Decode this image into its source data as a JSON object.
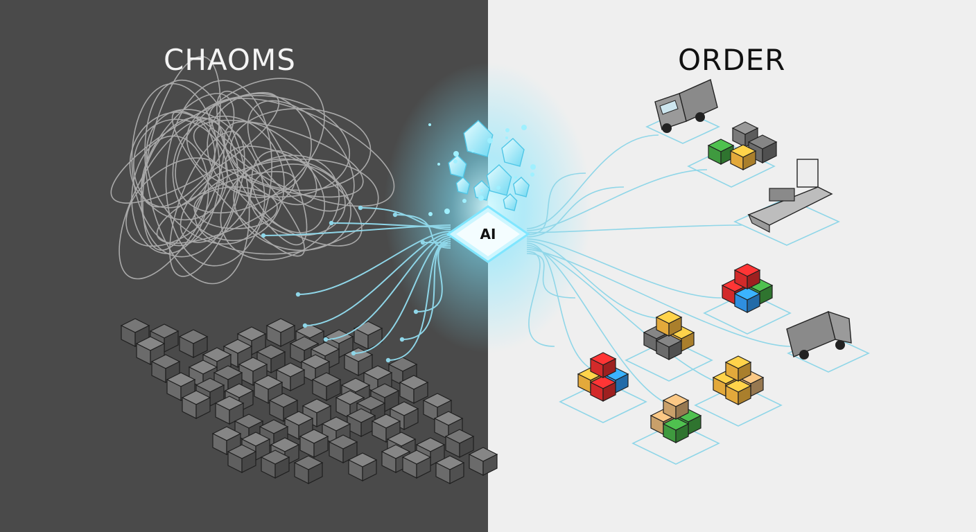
{
  "titles": {
    "left": "CHAOMS",
    "right": "ORDER"
  },
  "hub": {
    "label": "AI"
  },
  "colors": {
    "left_bg": "#4a4a4a",
    "right_bg": "#efefef",
    "glow": "#7fe6ff",
    "line": "#8fd6e8",
    "cube_red": "#d32a2a",
    "cube_green": "#3f9a3f",
    "cube_blue": "#2f8fe0",
    "cube_yellow": "#e3a93b",
    "cube_grey": "#6b6b6b",
    "cube_tan": "#c9a06a"
  },
  "icons": [
    "tangled-wire-icon",
    "cube-pile-icon",
    "crystal-shard-icon",
    "ai-chip-icon",
    "truck-icon",
    "warehouse-icon",
    "ship-icon",
    "cube-cluster-icon"
  ]
}
